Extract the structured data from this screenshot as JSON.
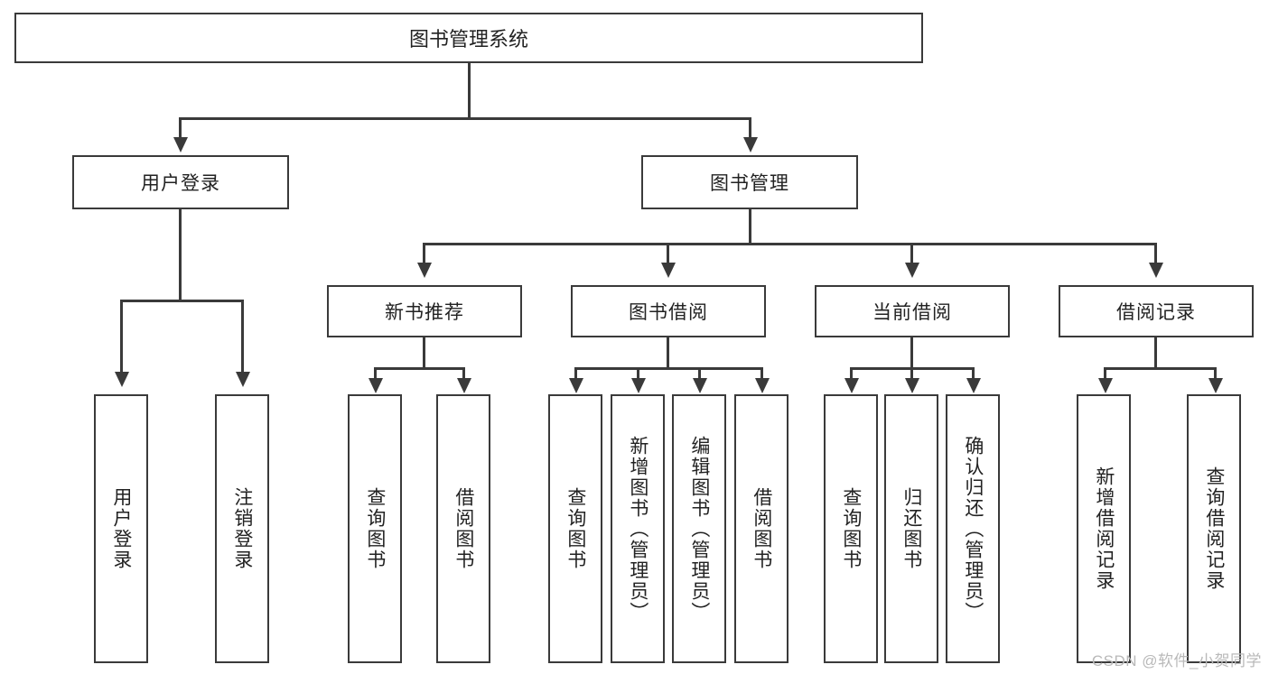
{
  "diagram": {
    "type": "tree",
    "title": "图书管理系统",
    "root": {
      "label": "图书管理系统"
    },
    "level2": [
      {
        "id": "user-login",
        "label": "用户登录"
      },
      {
        "id": "book-manage",
        "label": "图书管理"
      }
    ],
    "level3": [
      {
        "id": "new-book-recommend",
        "label": "新书推荐"
      },
      {
        "id": "book-borrow",
        "label": "图书借阅"
      },
      {
        "id": "current-borrow",
        "label": "当前借阅"
      },
      {
        "id": "borrow-record",
        "label": "借阅记录"
      }
    ],
    "leaves": {
      "user_login": [
        {
          "id": "leaf-user-login",
          "label": "用户登录"
        },
        {
          "id": "leaf-logout-login",
          "label": "注销登录"
        }
      ],
      "new_book_recommend": [
        {
          "id": "leaf-query-book-1",
          "label": "查询图书"
        },
        {
          "id": "leaf-borrow-book-1",
          "label": "借阅图书"
        }
      ],
      "book_borrow": [
        {
          "id": "leaf-query-book-2",
          "label": "查询图书"
        },
        {
          "id": "leaf-add-book",
          "label": "新增图书（管理员）"
        },
        {
          "id": "leaf-edit-book",
          "label": "编辑图书（管理员）"
        },
        {
          "id": "leaf-borrow-book-2",
          "label": "借阅图书"
        }
      ],
      "current_borrow": [
        {
          "id": "leaf-query-book-3",
          "label": "查询图书"
        },
        {
          "id": "leaf-return-book",
          "label": "归还图书"
        },
        {
          "id": "leaf-confirm-return",
          "label": "确认归还（管理员）"
        }
      ],
      "borrow_record": [
        {
          "id": "leaf-add-record",
          "label": "新增借阅记录"
        },
        {
          "id": "leaf-query-record",
          "label": "查询借阅记录"
        }
      ]
    }
  },
  "watermark": {
    "text": "CSDN @软件_小贺同学"
  },
  "colors": {
    "stroke": "#3a3a3a",
    "background": "#ffffff",
    "text": "#222222",
    "watermark": "#b9b9b9"
  }
}
